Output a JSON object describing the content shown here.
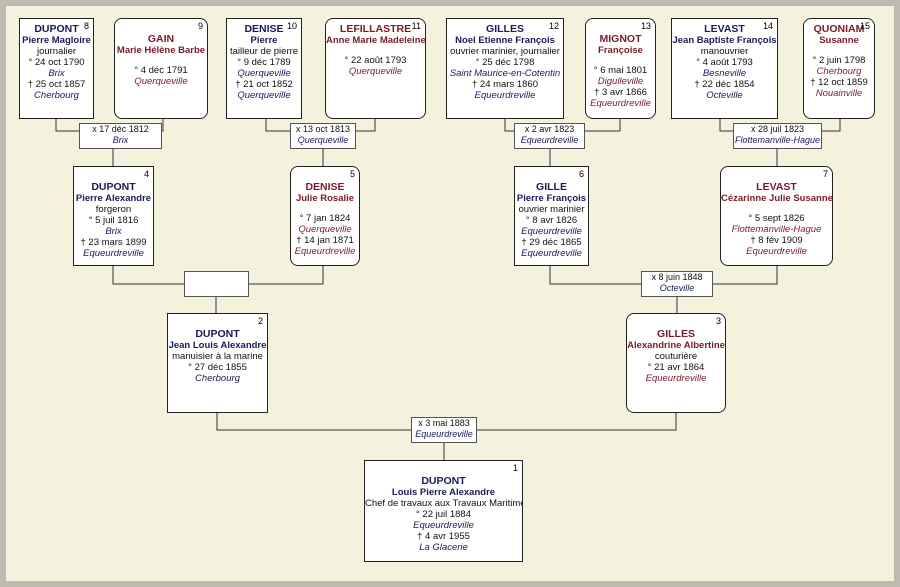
{
  "persons": {
    "p1": {
      "number": "1",
      "surname": "DUPONT",
      "given": "Louis Pierre Alexandre",
      "occupation": "Chef de travaux aux Travaux Maritimes",
      "birth_date": "° 22 juil 1884",
      "birth_place": "Equeurdreville",
      "death_date": "† 4 avr 1955",
      "death_place": "La Glacerie"
    },
    "p2": {
      "number": "2",
      "surname": "DUPONT",
      "given": "Jean Louis Alexandre",
      "occupation": "manuisier à la marine",
      "birth_date": "° 27 déc 1855",
      "birth_place": "Cherbourg"
    },
    "p3": {
      "number": "3",
      "surname": "GILLES",
      "given": "Alexandrine Albertine",
      "occupation": "couturière",
      "birth_date": "° 21 avr 1864",
      "birth_place": "Equeurdreville"
    },
    "p4": {
      "number": "4",
      "surname": "DUPONT",
      "given": "Pierre Alexandre",
      "occupation": "forgeron",
      "birth_date": "° 5 juil 1816",
      "birth_place": "Brix",
      "death_date": "† 23 mars 1899",
      "death_place": "Equeurdreville"
    },
    "p5": {
      "number": "5",
      "surname": "DENISE",
      "given": "Julie Rosalie",
      "birth_date": "° 7 jan 1824",
      "birth_place": "Querqueville",
      "death_date": "† 14 jan 1871",
      "death_place": "Equeurdreville"
    },
    "p6": {
      "number": "6",
      "surname": "GILLE",
      "given": "Pierre François",
      "occupation": "ouvrier marinier",
      "birth_date": "° 8 avr 1826",
      "birth_place": "Equeurdreville",
      "death_date": "† 29 déc 1865",
      "death_place": "Equeurdreville"
    },
    "p7": {
      "number": "7",
      "surname": "LEVAST",
      "given": "Cézarinne Julie Susanne",
      "birth_date": "° 5 sept 1826",
      "birth_place": "Flottemanville-Hague",
      "death_date": "† 8 fév 1909",
      "death_place": "Equeurdreville"
    },
    "p8": {
      "number": "8",
      "surname": "DUPONT",
      "given": "Pierre Magloire",
      "occupation": "journalier",
      "birth_date": "° 24 oct 1790",
      "birth_place": "Brix",
      "death_date": "† 25 oct 1857",
      "death_place": "Cherbourg"
    },
    "p9": {
      "number": "9",
      "surname": "GAIN",
      "given": "Marie Hélène Barbe",
      "birth_date": "° 4 déc 1791",
      "birth_place": "Querqueville"
    },
    "p10": {
      "number": "10",
      "surname": "DENISE",
      "given": "Pierre",
      "occupation": "tailleur de pierre",
      "birth_date": "° 9 déc 1789",
      "birth_place": "Querqueville",
      "death_date": "† 21 oct 1852",
      "death_place": "Querqueville"
    },
    "p11": {
      "number": "11",
      "surname": "LEFILLASTRE",
      "given": "Anne Marie Madeleine",
      "birth_date": "° 22 août 1793",
      "birth_place": "Querqueville"
    },
    "p12": {
      "number": "12",
      "surname": "GILLES",
      "given": "Noel Etienne François",
      "occupation": "ouvrier marinier, journalier",
      "birth_date": "° 25 déc 1798",
      "birth_place": "Saint Maurice-en-Cotentin",
      "death_date": "† 24 mars 1860",
      "death_place": "Equeurdreville"
    },
    "p13": {
      "number": "13",
      "surname": "MIGNOT",
      "given": "Françoise",
      "birth_date": "° 6 mai 1801",
      "birth_place": "Digulleville",
      "death_date": "† 3 avr 1866",
      "death_place": "Equeurdreville"
    },
    "p14": {
      "number": "14",
      "surname": "LEVAST",
      "given": "Jean Baptiste François",
      "occupation": "manouvrier",
      "birth_date": "° 4 août 1793",
      "birth_place": "Besneville",
      "death_date": "† 22 déc 1854",
      "death_place": "Octeville"
    },
    "p15": {
      "number": "15",
      "surname": "QUONIAM",
      "given": "Susanne",
      "birth_date": "° 2 juin 1798",
      "birth_place": "Cherbourg",
      "death_date": "† 12 oct 1859",
      "death_place": "Nouainville"
    }
  },
  "marriages": {
    "m1": {
      "date": "x 3 mai 1883",
      "place": "Equeurdreville"
    },
    "m2": {
      "date": "",
      "place": ""
    },
    "m3": {
      "date": "x 8 juin 1848",
      "place": "Octeville"
    },
    "m4": {
      "date": "x 17 déc 1812",
      "place": "Brix"
    },
    "m5": {
      "date": "x 13 oct 1813",
      "place": "Querqueville"
    },
    "m6": {
      "date": "x 2 avr 1823",
      "place": "Equeurdreville"
    },
    "m7": {
      "date": "x 28 juil 1823",
      "place": "Flottemanville-Hague"
    }
  },
  "colors": {
    "background": "#f4f1dc",
    "male_text": "#1a1a5a",
    "female_text": "#7a1b2b",
    "lines": "#333333"
  }
}
